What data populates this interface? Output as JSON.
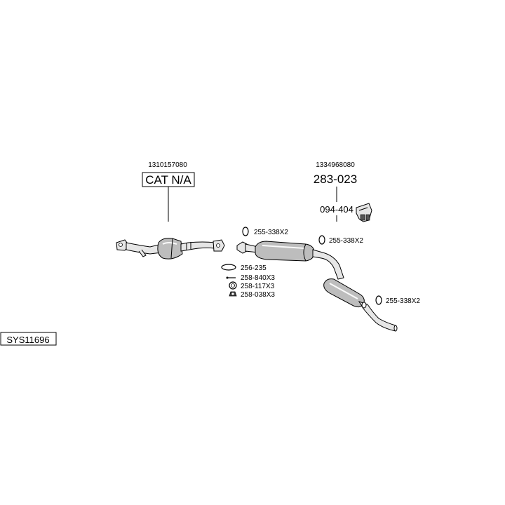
{
  "system_code": "SYS11696",
  "section_cat": {
    "oem_number": "1310157080",
    "part_label": "CAT N/A"
  },
  "section_exhaust": {
    "oem_number": "1334968080",
    "part_number": "283-023",
    "mount_part": "094-404"
  },
  "accessories": {
    "clamp_front": "255-338X2",
    "clamp_mid": "255-338X2",
    "clamp_rear": "255-338X2",
    "gasket": "256-235",
    "bolt": "258-840X3",
    "spring": "258-117X3",
    "nut": "258-038X3"
  },
  "icons": {
    "clamp": "clamp-icon",
    "gasket": "gasket-icon",
    "bolt": "bolt-icon",
    "spring": "spring-icon",
    "nut": "nut-icon",
    "mount": "rubber-mount-icon"
  }
}
